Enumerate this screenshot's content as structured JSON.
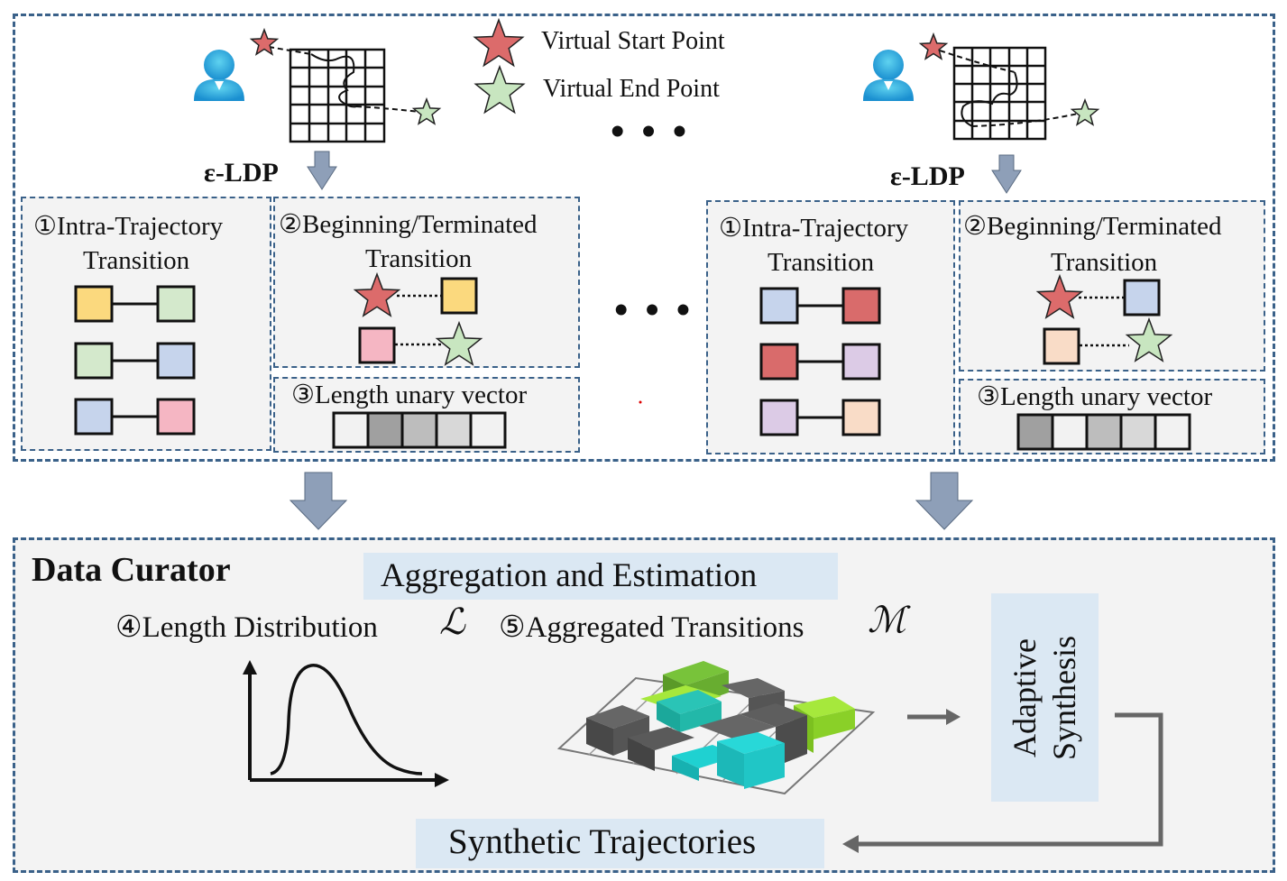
{
  "legend": {
    "start_label": "Virtual Start Point",
    "end_label": "Virtual End Point"
  },
  "ellipsis": "• • •",
  "clients": [
    {
      "ldp_label": "ε-LDP",
      "intra_title_line1": "①Intra-Trajectory",
      "intra_title_line2": "Transition",
      "begin_title_line1": "②Beginning/Terminated",
      "begin_title_line2": "Transition",
      "length_title": "③Length unary vector"
    },
    {
      "ldp_label": "ε-LDP",
      "intra_title_line1": "①Intra-Trajectory",
      "intra_title_line2": "Transition",
      "begin_title_line1": "②Beginning/Terminated",
      "begin_title_line2": "Transition",
      "length_title": "③Length unary vector"
    }
  ],
  "curator": {
    "title": "Data Curator",
    "aggregation_label": "Aggregation and Estimation",
    "length_dist_label": "④Length Distribution",
    "length_dist_symbol": "ℒ",
    "agg_transitions_label": "⑤Aggregated Transitions",
    "agg_transitions_symbol": "ℳ",
    "adaptive_line1": "Adaptive",
    "adaptive_line2": "Synthesis",
    "synthetic_label": "Synthetic Trajectories"
  },
  "colors": {
    "box_border": "#3a6189",
    "arrow_fill": "#8e9fb8",
    "star_red": "#dc6b6b",
    "star_green": "#c8e6c0",
    "yellow": "#fbd97e",
    "light_green": "#d4e9cc",
    "light_blue": "#c6d4ec",
    "pink": "#f5b6c3",
    "red": "#d96b6b",
    "lavender": "#dccbe6",
    "peach": "#f9dcc7",
    "highlight": "#dbe8f3"
  }
}
